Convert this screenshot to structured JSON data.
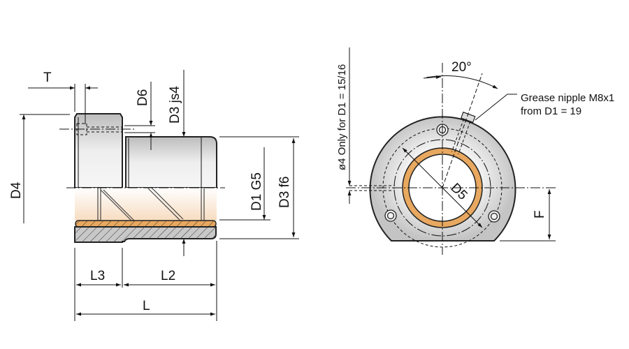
{
  "side_view": {
    "labels": {
      "T": "T",
      "D6": "D6",
      "D3_js4": "D3 js4",
      "D4": "D4",
      "D1_G5": "D1 G5",
      "D3_f6": "D3 f6",
      "L3": "L3",
      "L2": "L2",
      "L": "L"
    }
  },
  "front_view": {
    "angle_label": "20°",
    "grease_note_line1": "Grease nipple M8x1",
    "grease_note_line2": "from D1 = 19",
    "hole_note": "ø4 Only for D1 = 15/16",
    "D5": "D5",
    "F": "F"
  },
  "colors": {
    "bronze": "#e8a860",
    "steel": "#c8c8c8",
    "cream": "#fbeee0"
  }
}
